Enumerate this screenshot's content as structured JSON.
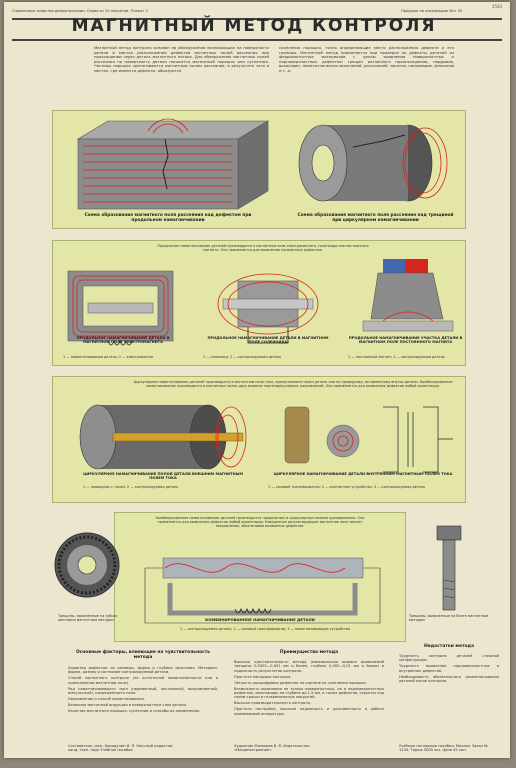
{
  "header": {
    "left": "Справочные средства дефектоскопии. Серия из 10 плакатов. Плакат 3",
    "right": "Продажа на кооперации Экз. 92",
    "stamp": "4583",
    "title": "МАГНИТНЫЙ МЕТОД КОНТРОЛЯ"
  },
  "intro": {
    "left": "Магнитный метод контроля основан на обнаружении возникающих на поверхности детали в местах расположения дефектов магнитных полей рассеяния при прохождении через деталь магнитного потока. Для обнаружения магнитных полей рассеяния на поверхность детали наносится магнитный порошок или суспензия. Частицы порошка притягиваются магнитным полем рассеяния, в результате чего в местах, где имеются дефекты, образуются",
    "right": "скопления порошка, точно определяющие место расположения дефекта и его границы. Магнитный метод применяется при проверке на дефекты деталей из ферромагнитных материалов с целью выявления поверхностных и подповерхностных дефектов: трещин различного происхождения, надрывов, волосовин, неметаллических включений, расслоений, закатов, непроваров, флокенов и т. д."
  },
  "panel1": {
    "cap_left": "Схема образования магнитного поля рассеяния над дефектом при продольном намагничивании",
    "cap_right": "Схема образования магнитного поля рассеяния над трещиной при циркулярном намагничивании"
  },
  "panel2": {
    "note": "Продольное намагничивание деталей производится в магнитном поле электромагнита, соленоида или постоянного магнита. Оно применяется для выявления поперечных дефектов.",
    "cap1": "ПРОДОЛЬНОЕ НАМАГНИЧИВАНИЕ ДЕТАЛИ В МАГНИТНОМ ПОЛЕ ЭЛЕКТРОМАГНИТА",
    "cap2": "ПРОДОЛЬНОЕ НАМАГНИЧИВАНИЕ ДЕТАЛИ В МАГНИТНОМ ПОЛЕ СОЛЕНОИДА",
    "cap3": "ПРОДОЛЬНОЕ НАМАГНИЧИВАНИЕ УЧАСТКА ДЕТАЛИ В МАГНИТНОМ ПОЛЕ ПОСТОЯННОГО МАГНИТА",
    "leg1": "1 — намагничиваемая деталь; 2 — электромагнит",
    "leg2": "1 — соленоид; 2 — контролируемая деталь",
    "leg3": "1 — постоянный магнит; 2 — контролируемая деталь"
  },
  "panel3": {
    "note": "Циркулярное намагничивание деталей производится в магнитном поле тока, пропускаемого через деталь или по проводнику, вставленному внутрь детали. Комбинированное намагничивание производится в магнитных полях двух взаимно перпендикулярных направлений. Оно применяется для выявления дефектов любой ориентации.",
    "cap1": "ЦИРКУЛЯРНОЕ НАМАГНИЧИВАНИЕ ПОЛОЙ ДЕТАЛИ ВНЕШНИМ МАГНИТНЫМ ПОЛЕМ ТОКА",
    "cap2": "ЦИРКУЛЯРНОЕ НАМАГНИЧИВАНИЕ ДЕТАЛИ ВНУТРЕННИМ МАГНИТНЫМ ПОЛЕМ ТОКА",
    "leg1": "1 — проводник с током; 2 — контролируемая деталь",
    "leg2": "1 — силовой трансформатор; 2 — контактное устройство; 3 — контролируемая деталь"
  },
  "panel4": {
    "note": "Комбинированное намагничивание деталей производится продольным и циркулярным полями одновременно. Оно применяется для выявления дефектов любой ориентации. Наведенное результирующее магнитное поле меняет направление, обеспечивая выявление дефектов.",
    "cap": "КОМБИНИРОВАННОЕ НАМАГНИЧИВАНИЕ ДЕТАЛИ",
    "leg": "1 — контролируемая деталь; 2 — силовой трансформатор; 3 — намагничивающее устройство",
    "side_left": "Трещины, выявленные на зубьях шестерни магнитным методом",
    "side_right": "Трещины, выявленные на болте магнитным методом"
  },
  "columns": {
    "left_title": "Основные факторы, влияющие на чувствительность метода",
    "left": [
      "Характер дефектов: их размеры, форма и глубина залегания. Материал, форма, размер и состояние контролируемой детали.",
      "Способ магнитного контроля (на остаточной намагниченности или в приложенном магнитном поле).",
      "Род намагничивающего тока (переменный, постоянный, выпрямленный, импульсный), напряженность поля.",
      "Направление и способ намагничивания.",
      "Величина магнитной индукции в поверхностном слое детали.",
      "Качество магнитного порошка, суспензии и способы их применения."
    ],
    "mid_title": "Преимущества метода",
    "mid": [
      "Высокая чувствительность метода (минимальная ширина выявляемой трещины 0,0005—0,001 мм и более, глубина 0,005—0,01 мм и более) и надежность результатов контроля.",
      "Простота методики контроля.",
      "Легкость расшифровки дефектов по картине их скопления порошка.",
      "Возможность выявления не только поверхностных, но и подповерхностных дефектов, залегающих на глубине до 1,5 мм, а также дефектов, скрытых под слоем краски и гальванических покрытий.",
      "Высокая производительность контроля.",
      "Простота настройки, высокая надежность и долговечность в работе применяемой аппаратуры."
    ],
    "right_title": "Недостатки метода",
    "right": [
      "Трудность контроля деталей сложной конфигурации.",
      "Трудность выявления подповерхностных и внутренних дефектов.",
      "Необходимость обязательного размагничивания деталей после контроля."
    ]
  },
  "footer": {
    "left": "Составитель: инж. Бородулин И. Я. Научный редактор: канд. техн. наук Учебное пособие",
    "mid": "Художник Малышев В. В. Издательство «Машиностроение»",
    "right": "Учебные наглядные пособия. Москва. Заказ № 1234. Тираж 5000 экз. Цена 45 коп."
  }
}
